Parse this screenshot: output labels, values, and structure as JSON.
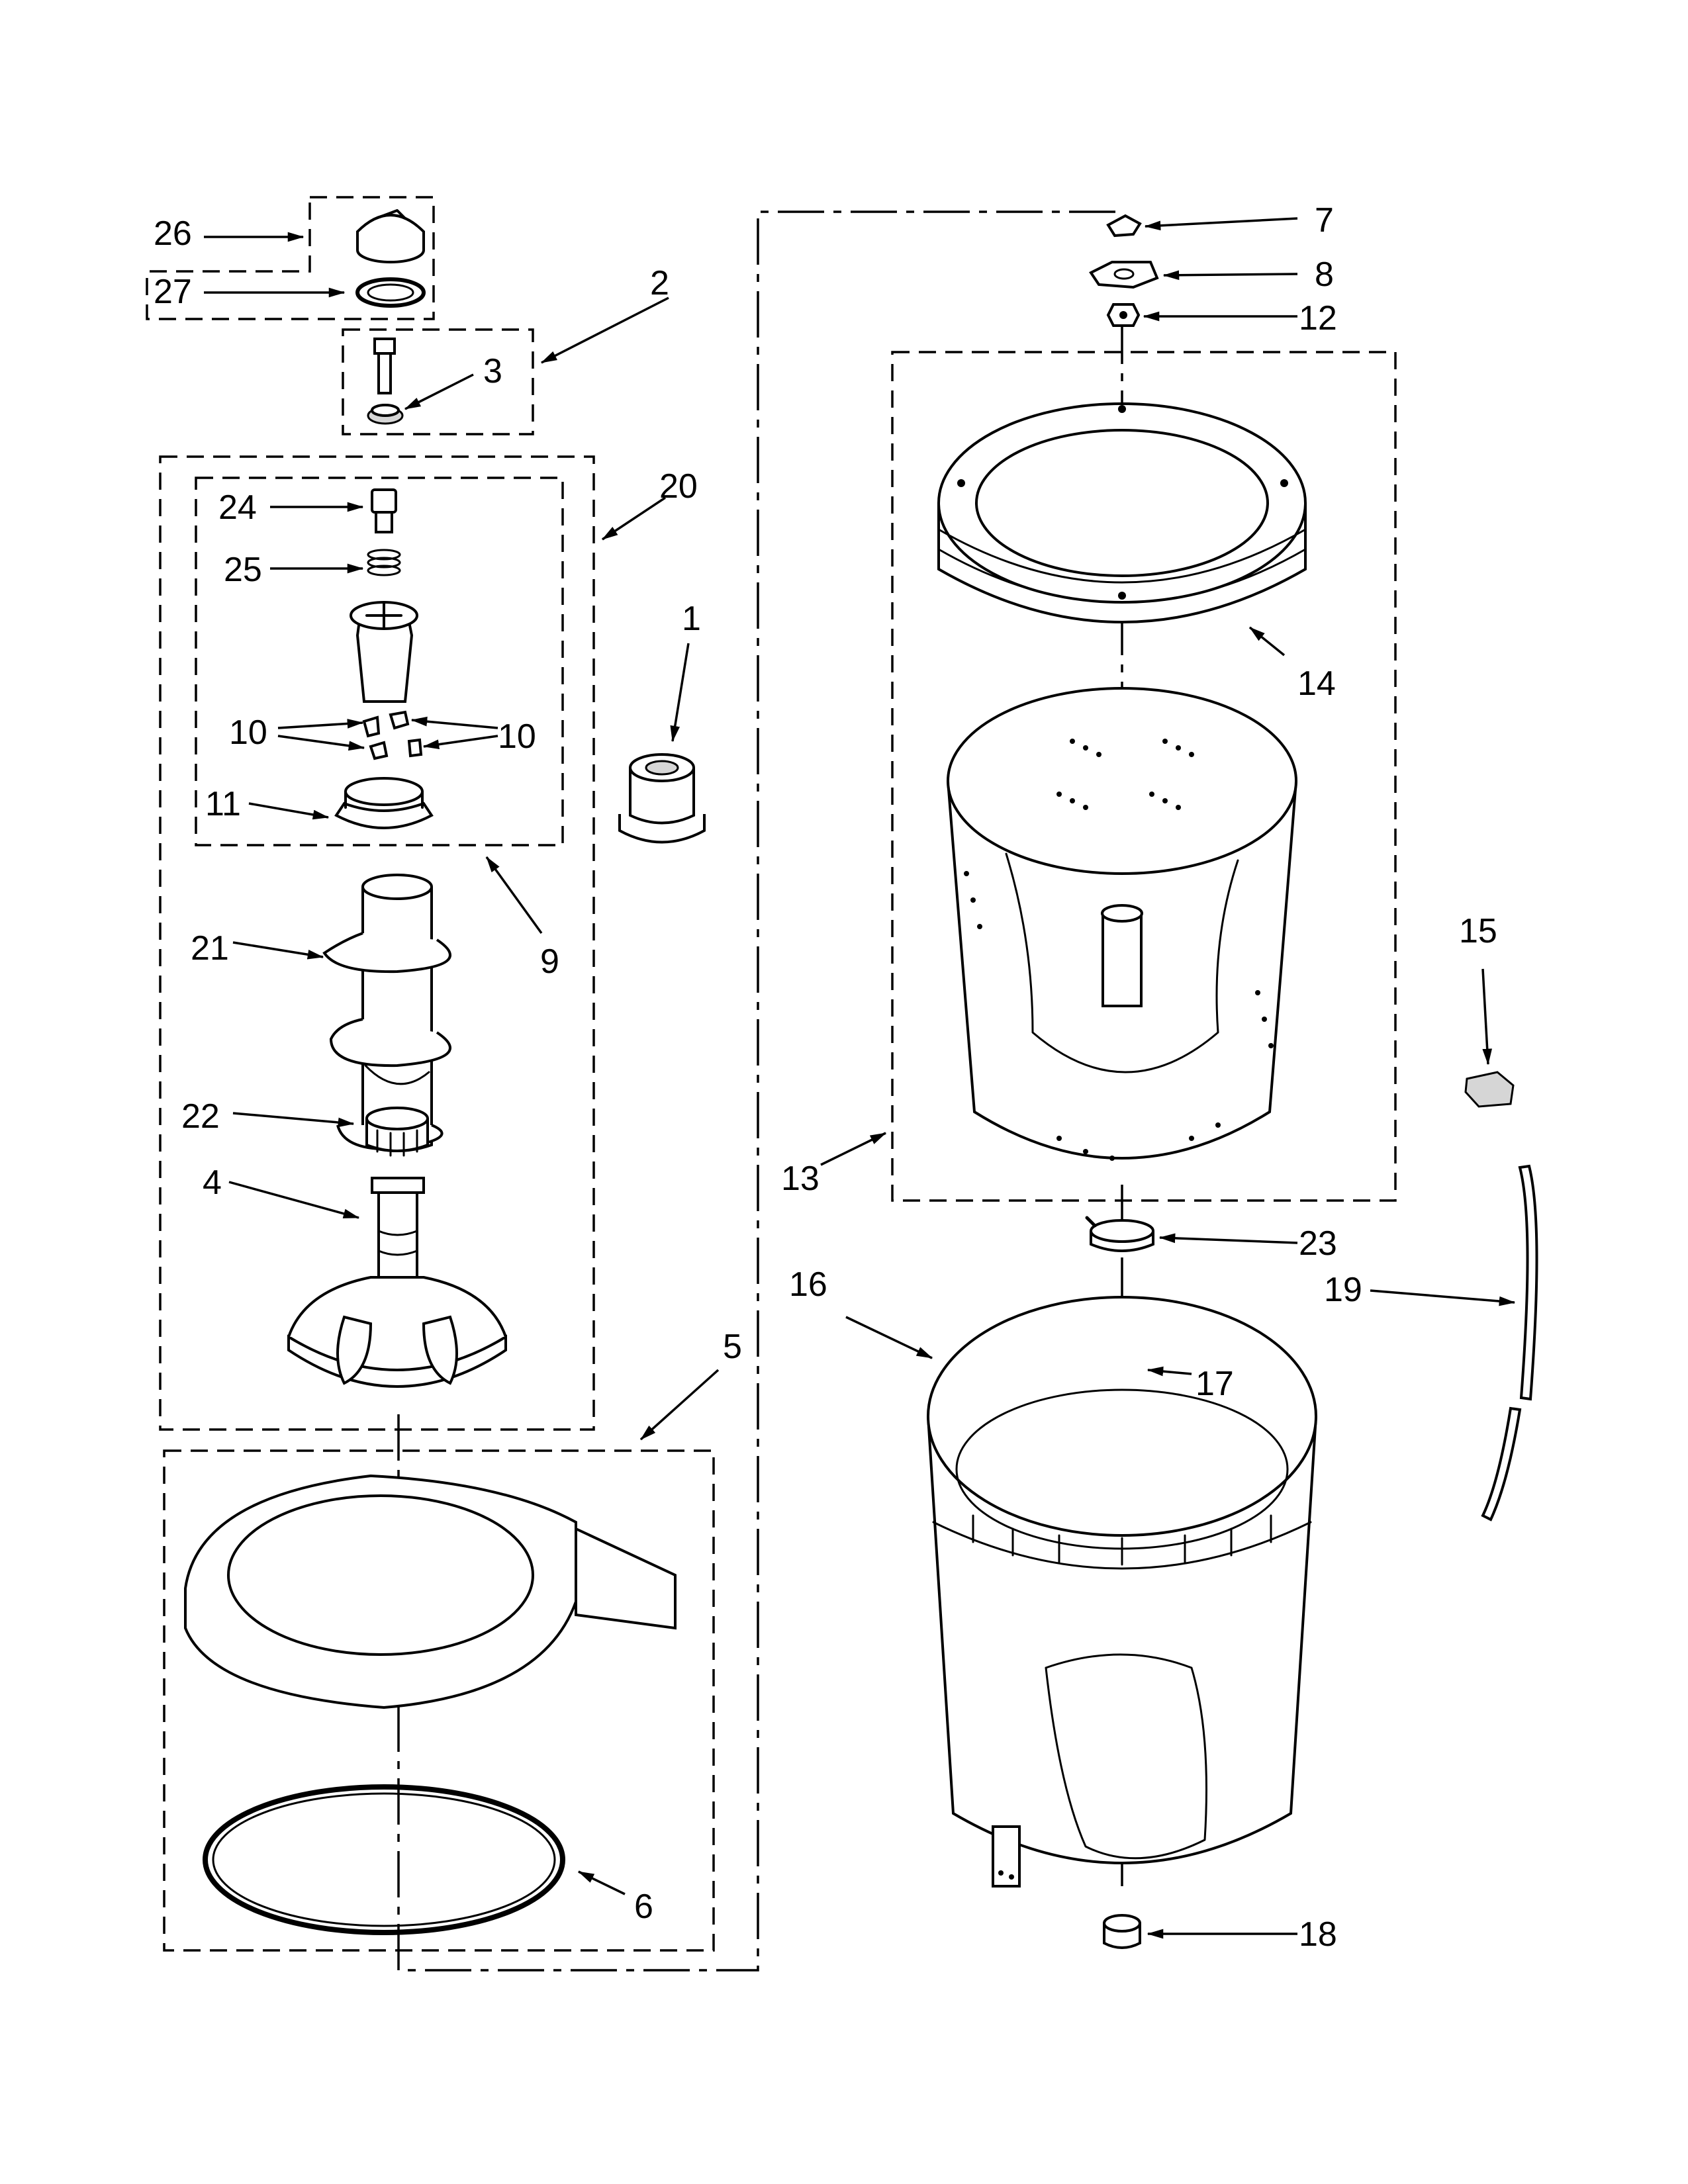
{
  "callouts": [
    {
      "id": "c26",
      "text": "26"
    },
    {
      "id": "c27",
      "text": "27"
    },
    {
      "id": "c2",
      "text": "2"
    },
    {
      "id": "c3",
      "text": "3"
    },
    {
      "id": "c20",
      "text": "20"
    },
    {
      "id": "c24",
      "text": "24"
    },
    {
      "id": "c25",
      "text": "25"
    },
    {
      "id": "c10a",
      "text": "10"
    },
    {
      "id": "c10b",
      "text": "10"
    },
    {
      "id": "c11",
      "text": "11"
    },
    {
      "id": "c1",
      "text": "1"
    },
    {
      "id": "c9",
      "text": "9"
    },
    {
      "id": "c21",
      "text": "21"
    },
    {
      "id": "c22",
      "text": "22"
    },
    {
      "id": "c4",
      "text": "4"
    },
    {
      "id": "c5",
      "text": "5"
    },
    {
      "id": "c6",
      "text": "6"
    },
    {
      "id": "c7",
      "text": "7"
    },
    {
      "id": "c8",
      "text": "8"
    },
    {
      "id": "c12",
      "text": "12"
    },
    {
      "id": "c14",
      "text": "14"
    },
    {
      "id": "c13",
      "text": "13"
    },
    {
      "id": "c15",
      "text": "15"
    },
    {
      "id": "c23",
      "text": "23"
    },
    {
      "id": "c16",
      "text": "16"
    },
    {
      "id": "c19",
      "text": "19"
    },
    {
      "id": "c17",
      "text": "17"
    },
    {
      "id": "c18",
      "text": "18"
    }
  ]
}
